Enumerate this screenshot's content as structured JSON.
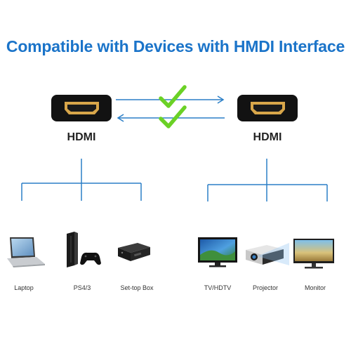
{
  "title": "Compatible with Devices with HMDI Interface",
  "colors": {
    "title": "#1b74c9",
    "lines": "#2b7fc7",
    "check": "#6bd126",
    "port_body": "#121212",
    "port_gold": "#d8a64a"
  },
  "left_port": {
    "label": "HDMI",
    "icon": "hdmi-port-icon"
  },
  "right_port": {
    "label": "HDMI",
    "icon": "hdmi-port-icon"
  },
  "arrows": [
    {
      "direction": "right",
      "icon": "check-icon"
    },
    {
      "direction": "left",
      "icon": "check-icon"
    }
  ],
  "left_devices": [
    {
      "label": "Laptop",
      "icon": "laptop-icon"
    },
    {
      "label": "PS4/3",
      "icon": "game-console-icon"
    },
    {
      "label": "Set-top Box",
      "icon": "set-top-box-icon"
    }
  ],
  "right_devices": [
    {
      "label": "TV/HDTV",
      "icon": "tv-icon"
    },
    {
      "label": "Projector",
      "icon": "projector-icon"
    },
    {
      "label": "Monitor",
      "icon": "monitor-icon"
    }
  ]
}
